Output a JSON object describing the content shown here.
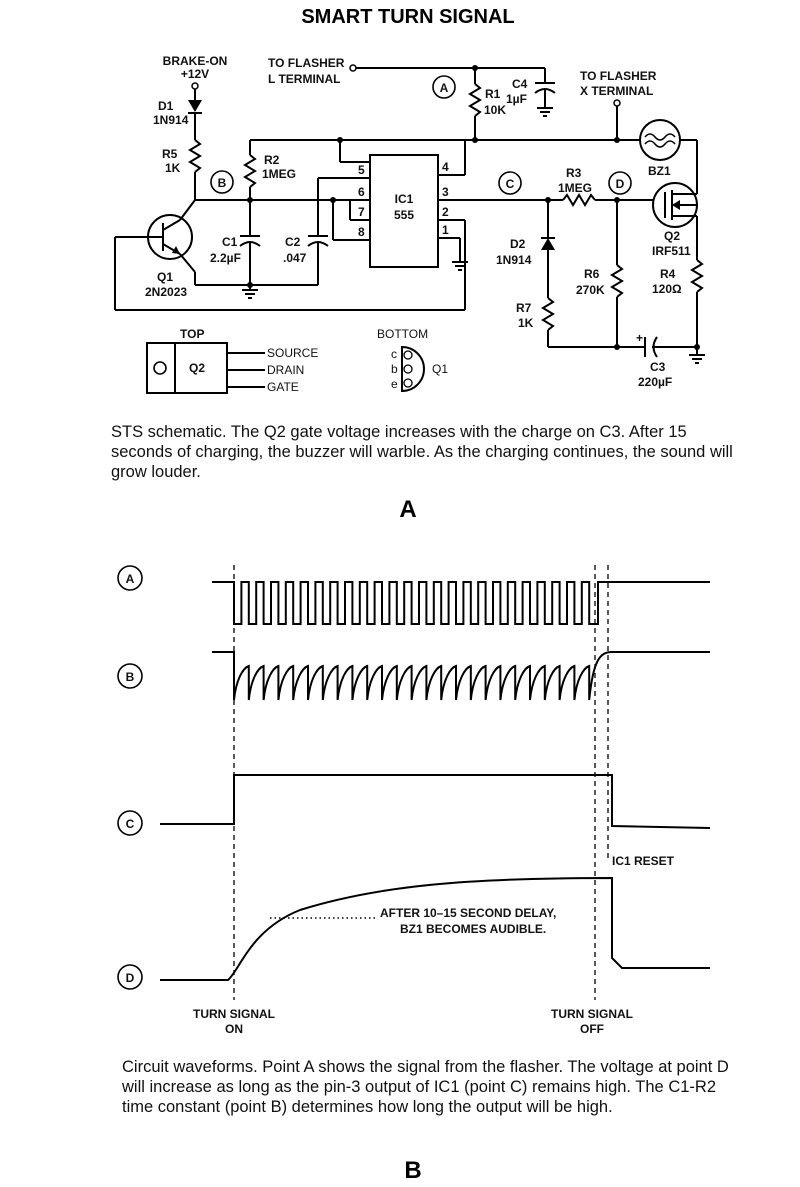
{
  "title": "SMART TURN SIGNAL",
  "schematic": {
    "labels": {
      "brake_on": "BRAKE-ON",
      "brake_volt": "+12V",
      "d1": "D1",
      "d1_part": "1N914",
      "r5": "R5",
      "r5_val": "1K",
      "to_flasher_l_1": "TO FLASHER",
      "to_flasher_l_2": "L TERMINAL",
      "to_flasher_x_1": "TO FLASHER",
      "to_flasher_x_2": "X TERMINAL",
      "r1": "R1",
      "r1_val": "10K",
      "c4": "C4",
      "c4_val": "1µF",
      "r2": "R2",
      "r2_val": "1MEG",
      "c1": "C1",
      "c1_val": "2.2µF",
      "c2": "C2",
      "c2_val": ".047",
      "ic1": "IC1",
      "ic1_part": "555",
      "r3": "R3",
      "r3_val": "1MEG",
      "bz1": "BZ1",
      "q2": "Q2",
      "q2_part": "IRF511",
      "d2": "D2",
      "d2_part": "1N914",
      "r6": "R6",
      "r6_val": "270K",
      "r4": "R4",
      "r4_val": "120Ω",
      "r7": "R7",
      "r7_val": "1K",
      "c3": "C3",
      "c3_val": "220µF",
      "q1": "Q1",
      "q1_part": "2N2023",
      "top": "TOP",
      "bottom": "BOTTOM",
      "source": "SOURCE",
      "drain": "DRAIN",
      "gate": "GATE",
      "pin_c": "c",
      "pin_b": "b",
      "pin_e": "e",
      "pin5": "5",
      "pin6": "6",
      "pin7": "7",
      "pin8": "8",
      "pin4": "4",
      "pin3": "3",
      "pin2": "2",
      "pin1": "1",
      "plus": "+"
    },
    "test_points": [
      "A",
      "B",
      "C",
      "D"
    ],
    "caption": "STS schematic. The Q2 gate voltage increases with the charge on C3. After 15 seconds of charging, the buzzer will warble. As the charging continues, the sound will grow louder.",
    "figure_label": "A"
  },
  "waveforms": {
    "rows": [
      "A",
      "B",
      "C",
      "D"
    ],
    "annotation_1": "AFTER 10–15 SECOND DELAY,",
    "annotation_2": "BZ1 BECOMES AUDIBLE.",
    "ic1_reset": "IC1 RESET",
    "turn_on_1": "TURN SIGNAL",
    "turn_on_2": "ON",
    "turn_off_1": "TURN SIGNAL",
    "turn_off_2": "OFF",
    "caption": "Circuit waveforms. Point A shows the signal from the flasher. The voltage at point D will increase as long as the pin-3 output of IC1 (point C) remains high. The C1-R2 time constant (point B) determines how long the output will be high.",
    "figure_label": "B"
  }
}
